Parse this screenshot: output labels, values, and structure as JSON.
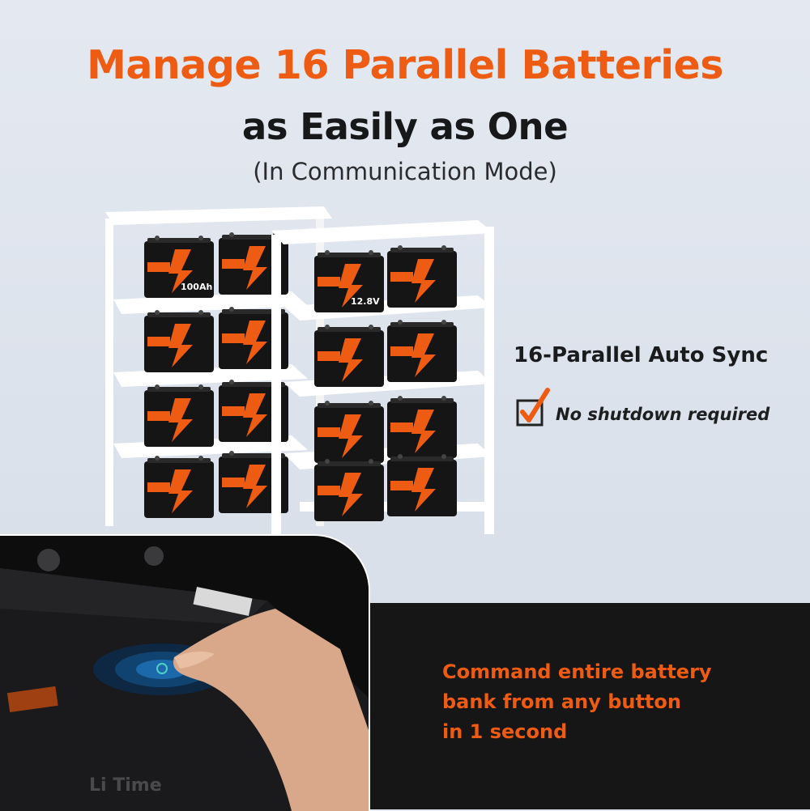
{
  "headline": {
    "line1": "Manage 16 Parallel Batteries",
    "line2": "as Easily as One",
    "subtitle": "(In Communication Mode)"
  },
  "feature": {
    "title": "16-Parallel Auto Sync",
    "check_icon": "checkbox-checked-icon",
    "check_text": "No shutdown required"
  },
  "command": {
    "line1": "Command entire battery",
    "line2": "bank from any button",
    "line3": "in 1 second"
  },
  "battery_label": {
    "brand": "Li Time",
    "voltage": "12.8V",
    "capacity": "100Ah"
  },
  "colors": {
    "accent": "#ee5b12",
    "dark": "#161616",
    "background": "#dfe5ee"
  }
}
